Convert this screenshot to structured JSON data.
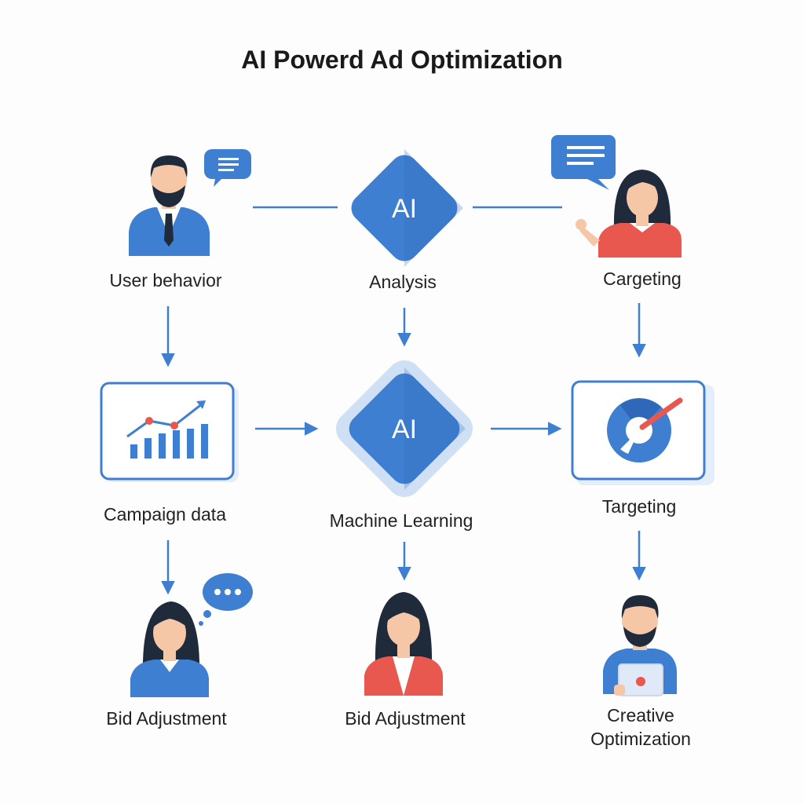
{
  "title": "AI Powerd Ad Optimization",
  "colors": {
    "primary_blue": "#3f7fd1",
    "dark_blue": "#2f68b8",
    "light_blue": "#cfe0f5",
    "red": "#e8584f",
    "skin": "#f5c7a6",
    "hair": "#1f2a3a"
  },
  "nodes": {
    "user_behavior": {
      "label": "User behavior",
      "icon": "man-with-speech-bubble-icon"
    },
    "analysis": {
      "label": "Analysis",
      "icon_text": "AI"
    },
    "cargeting": {
      "label": "Cargeting",
      "icon": "woman-with-speech-bubble-icon"
    },
    "campaign_data": {
      "label": "Campaign data",
      "icon": "bar-chart-icon"
    },
    "machine_learning": {
      "label": "Machine Learning",
      "icon_text": "AI"
    },
    "targeting": {
      "label": "Targeting",
      "icon": "target-icon"
    },
    "bid_adjustment_1": {
      "label": "Bid Adjustment",
      "icon": "woman-with-thought-bubble-icon"
    },
    "bid_adjustment_2": {
      "label": "Bid Adjustment",
      "icon": "woman-avatar-icon"
    },
    "creative_optimization": {
      "label_line1": "Creative",
      "label_line2": "Optimization",
      "icon": "man-with-laptop-icon"
    }
  }
}
